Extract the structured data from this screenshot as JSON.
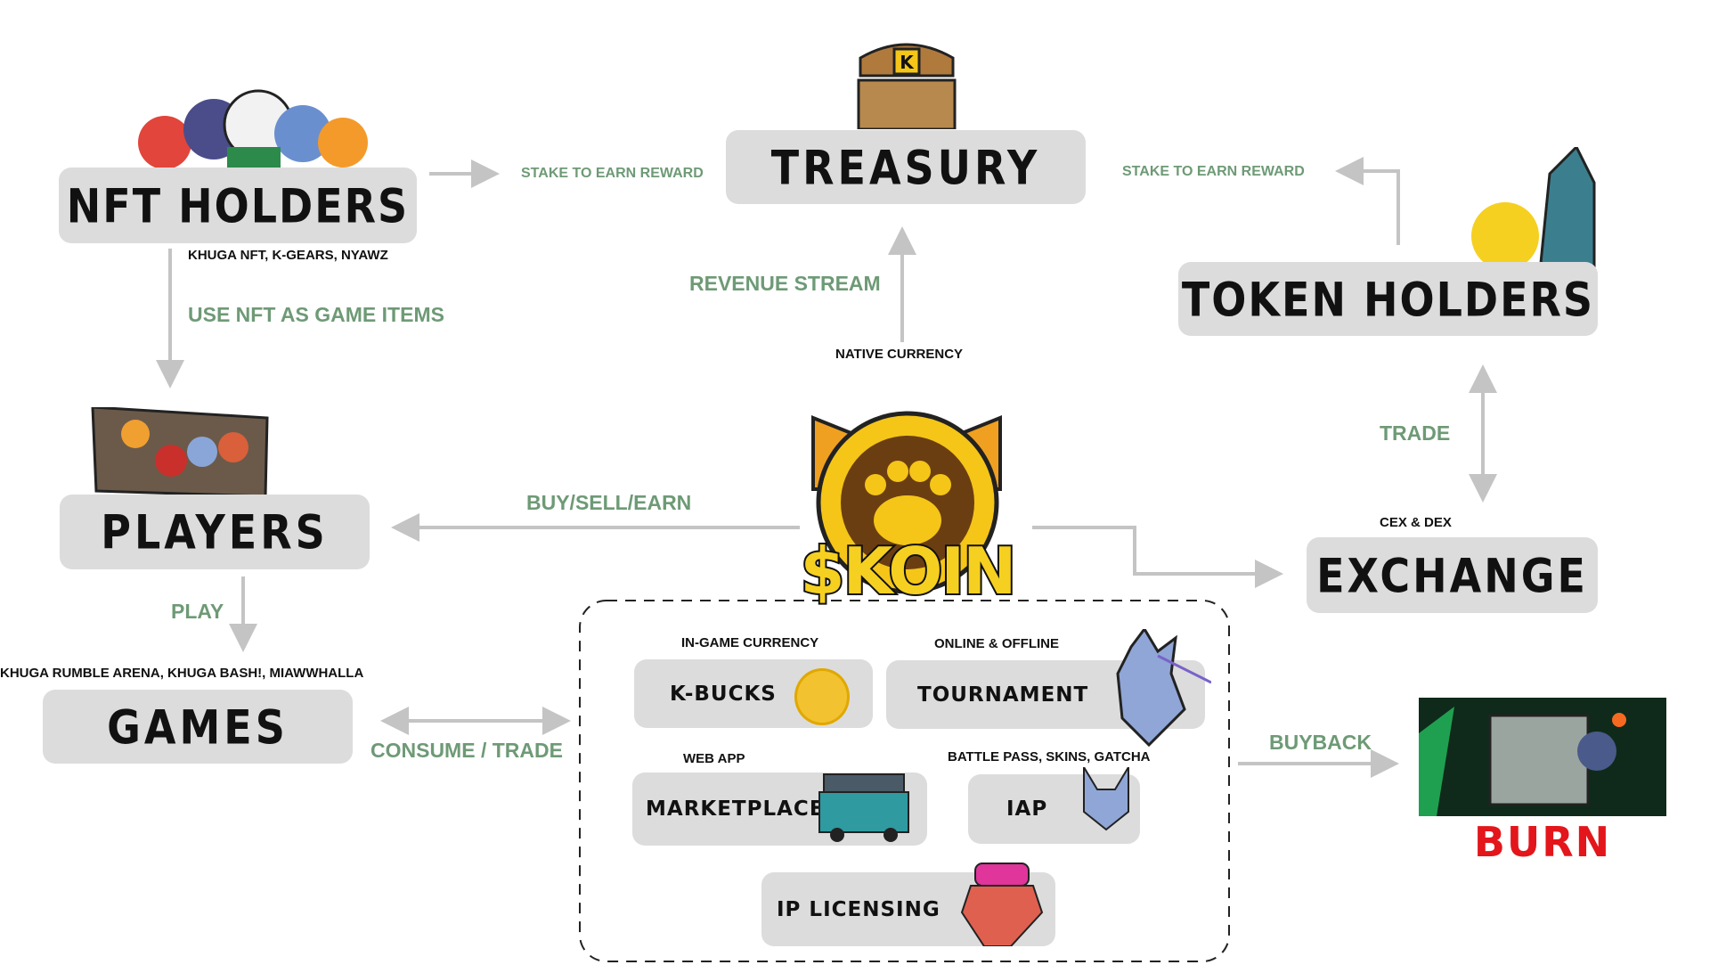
{
  "nodes": {
    "nft_holders": "NFT HOLDERS",
    "treasury": "TREASURY",
    "token_holders": "TOKEN HOLDERS",
    "players": "PLAYERS",
    "exchange": "EXCHANGE",
    "games": "GAMES",
    "koin": "$KOIN",
    "burn": "BURN"
  },
  "notes": {
    "nft_items": "KHUGA NFT, K-GEARS, NYAWZ",
    "native_currency": "NATIVE CURRENCY",
    "cex_dex": "CEX & DEX",
    "games_list": "KHUGA RUMBLE ARENA, KHUGA BASH!, MIAWWHALLA"
  },
  "flows": {
    "stake_left": "STAKE TO EARN REWARD",
    "stake_right": "STAKE TO EARN REWARD",
    "use_nft": "USE NFT AS GAME ITEMS",
    "revenue": "REVENUE STREAM",
    "buy_sell_earn": "BUY/SELL/EARN",
    "trade": "TRADE",
    "play": "PLAY",
    "consume_trade": "CONSUME / TRADE",
    "buyback": "BUYBACK"
  },
  "utilities": [
    {
      "caption": "IN-GAME CURRENCY",
      "label": "K-BUCKS"
    },
    {
      "caption": "ONLINE & OFFLINE",
      "label": "TOURNAMENT"
    },
    {
      "caption": "WEB APP",
      "label": "MARKETPLACE"
    },
    {
      "caption": "BATTLE PASS, SKINS, GATCHA",
      "label": "IAP"
    },
    {
      "caption": "",
      "label": "IP LICENSING"
    }
  ],
  "colors": {
    "flow_text": "#6e9a76",
    "box": "#dcdcdc",
    "arrow": "#c4c4c4",
    "burn": "#e3161b",
    "coin": "#f5c518"
  }
}
